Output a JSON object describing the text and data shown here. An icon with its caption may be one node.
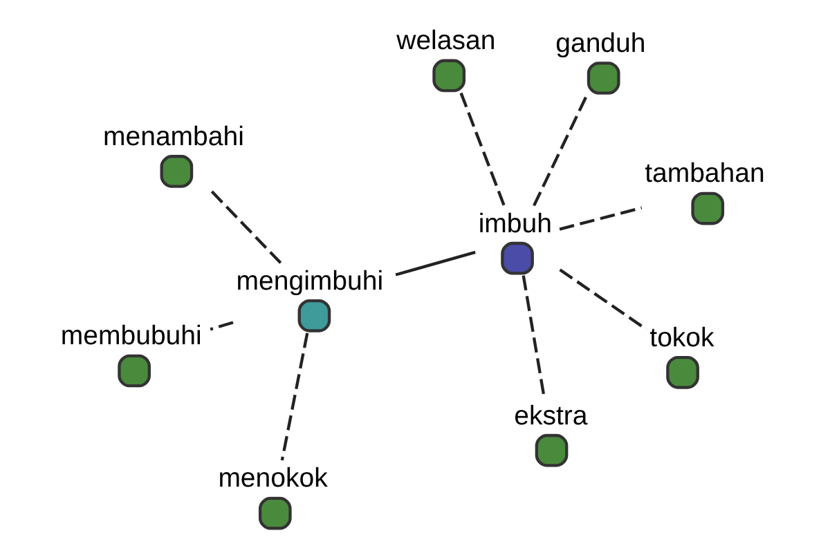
{
  "diagram": {
    "nodes": [
      {
        "text": [
          "menambahi"
        ]
      },
      {
        "text": [
          "ganduh"
        ]
      },
      {
        "text": [
          "menokok"
        ]
      },
      {
        "text": [
          "welasan"
        ]
      },
      {
        "text": [
          "mengimbuhi"
        ]
      },
      {
        "text": [
          "imbuh"
        ]
      },
      {
        "text": [
          "membubuhi"
        ]
      },
      {
        "text": [
          "tambahan"
        ]
      },
      {
        "text": [
          "ekstra"
        ]
      },
      {
        "text": [
          "tokok"
        ]
      }
    ],
    "edges": [
      {
        "from": 5,
        "to": 4,
        "arrow": "none"
      },
      {
        "from": 5,
        "to": 1,
        "arrow": "none",
        "style": "dashed"
      },
      {
        "from": 5,
        "to": 3,
        "arrow": "none",
        "style": "dashed"
      },
      {
        "from": 5,
        "to": 7,
        "arrow": "none",
        "style": "dashed"
      },
      {
        "from": 5,
        "to": 8,
        "arrow": "none",
        "style": "dashed"
      },
      {
        "from": 5,
        "to": 9,
        "arrow": "none",
        "style": "dashed"
      },
      {
        "from": 4,
        "to": 0,
        "arrow": "none",
        "style": "dashed"
      },
      {
        "from": 4,
        "to": 2,
        "arrow": "none",
        "style": "dashed"
      },
      {
        "from": 4,
        "to": 6,
        "arrow": "none",
        "style": "dashed"
      }
    ]
  }
}
